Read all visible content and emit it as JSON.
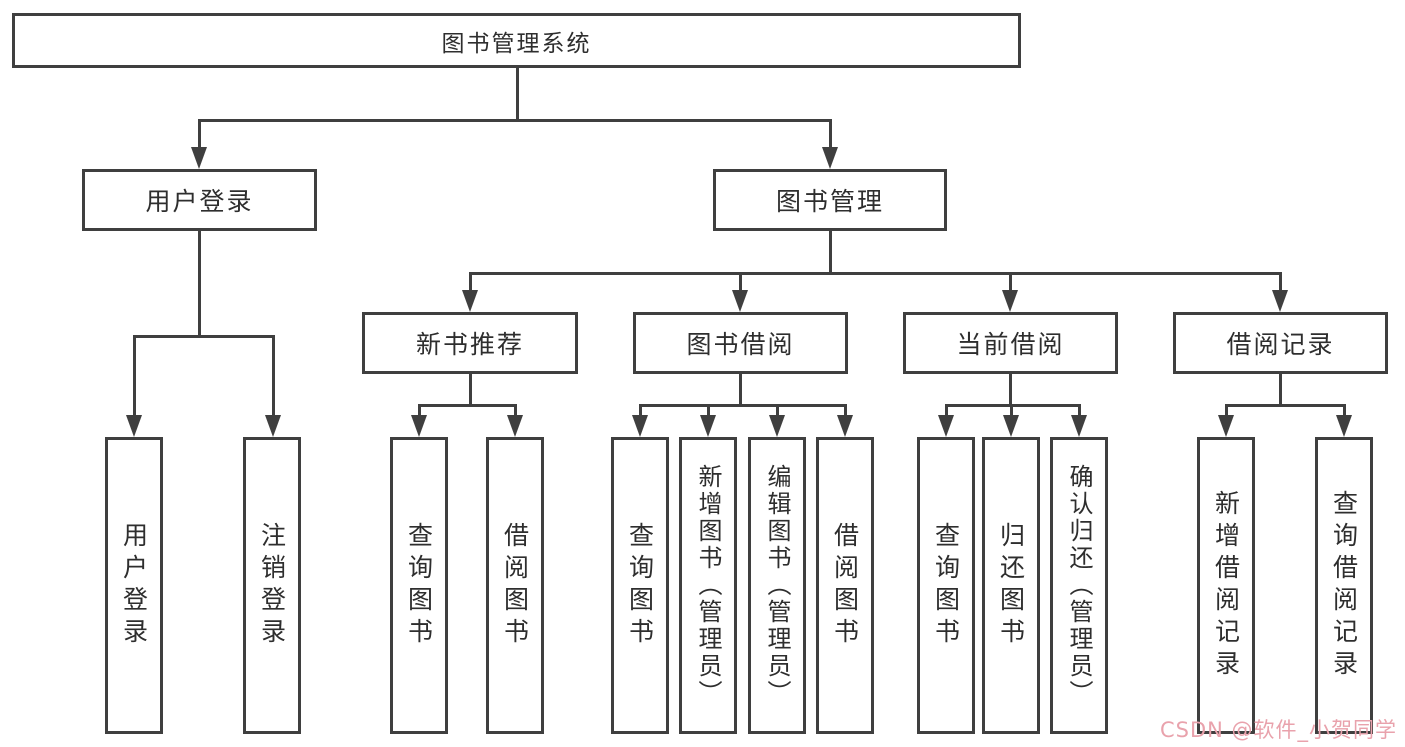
{
  "diagram_type": "hierarchy-tree",
  "root": {
    "label": "图书管理系统"
  },
  "branches": {
    "user_login": {
      "label": "用户登录",
      "children": [
        "用户登录",
        "注销登录"
      ]
    },
    "book_mgmt": {
      "label": "图书管理"
    },
    "new_books": {
      "label": "新书推荐",
      "children": [
        "查询图书",
        "借阅图书"
      ]
    },
    "book_borrow": {
      "label": "图书借阅",
      "children": [
        "查询图书",
        "新增图书（管理员）",
        "编辑图书（管理员）",
        "借阅图书"
      ]
    },
    "current_borrow": {
      "label": "当前借阅",
      "children": [
        "查询图书",
        "归还图书",
        "确认归还（管理员）"
      ]
    },
    "borrow_records": {
      "label": "借阅记录",
      "children": [
        "新增借阅记录",
        "查询借阅记录"
      ]
    }
  },
  "watermark": "CSDN @软件_小贺同学",
  "colors": {
    "line": "#3f3f3f",
    "text": "#2e2e2e",
    "background": "#ffffff",
    "watermark": "#e9a2ac"
  }
}
